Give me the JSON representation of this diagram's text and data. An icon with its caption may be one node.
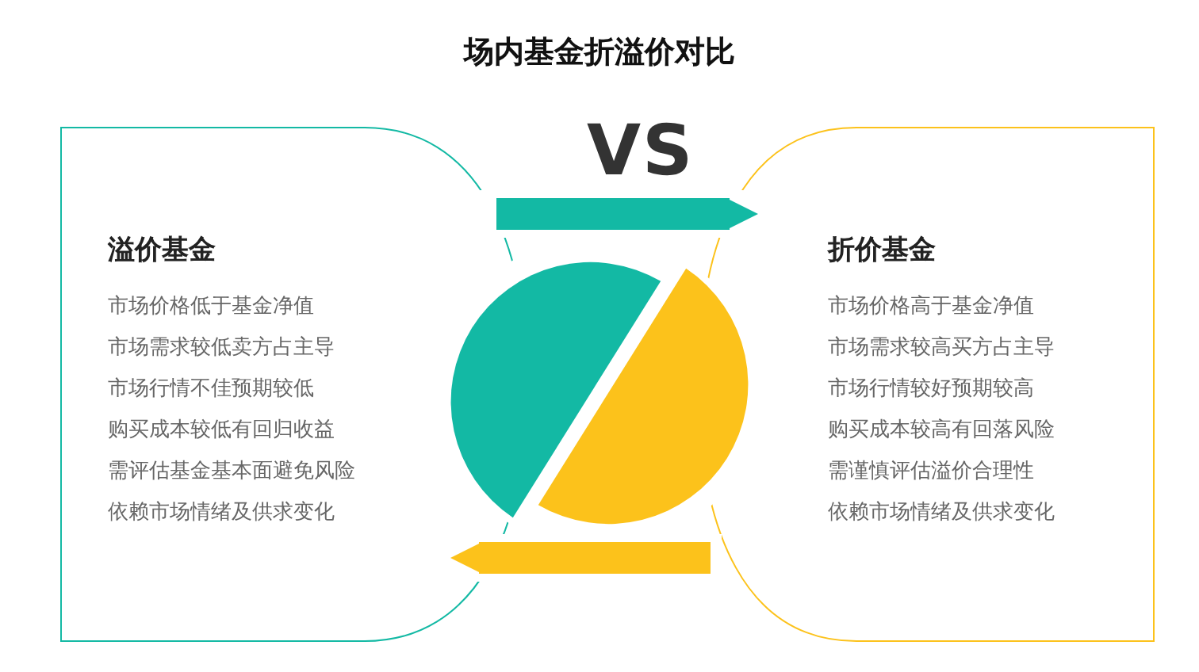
{
  "diagram": {
    "title": "场内基金折溢价对比",
    "nodes": [
      {
        "text": [
          "溢价基金",
          "市场价格低于基金净值",
          "市场需求较低卖方占主导",
          "市场行情不佳预期较低",
          "购买成本较低有回归收益",
          "需评估基金基本面避免风险",
          "依赖市场情绪及供求变化"
        ]
      },
      {
        "text": [
          "折价基金",
          "市场价格高于基金净值",
          "市场需求较高买方占主导",
          "市场行情较好预期较高",
          "购买成本较高有回落风险",
          "需谨慎评估溢价合理性",
          "依赖市场情绪及供求变化"
        ]
      }
    ],
    "edges": [
      {
        "from": 0,
        "to": 1,
        "arrow": "to",
        "color": "#13b9a4"
      },
      {
        "from": 1,
        "to": 0,
        "arrow": "to",
        "color": "#fcc21b"
      }
    ],
    "labels": [
      "VS"
    ]
  }
}
